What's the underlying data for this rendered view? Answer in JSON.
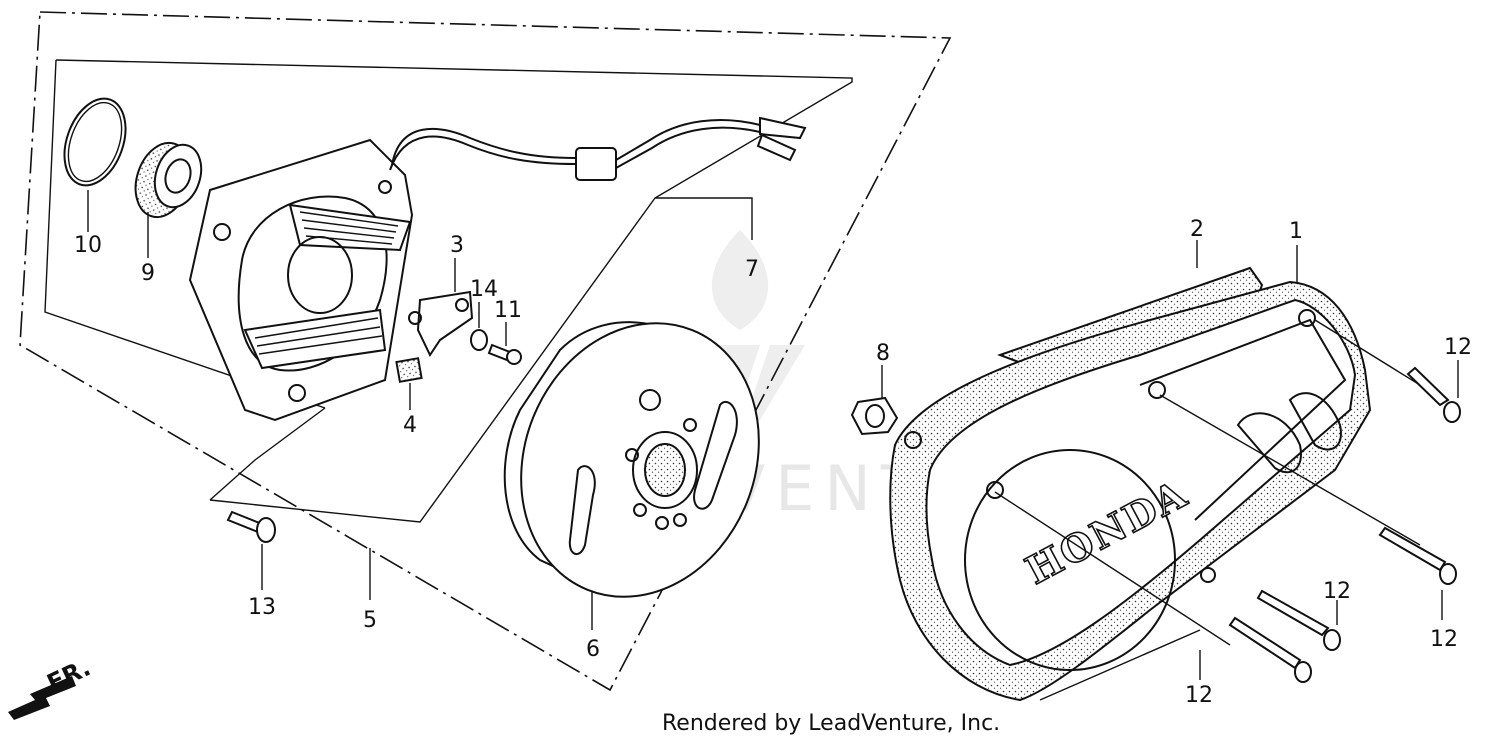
{
  "callouts": {
    "c1": "1",
    "c2": "2",
    "c3": "3",
    "c4": "4",
    "c5": "5",
    "c6": "6",
    "c7": "7",
    "c8": "8",
    "c9": "9",
    "c10": "10",
    "c11": "11",
    "c12a": "12",
    "c12b": "12",
    "c12c": "12",
    "c12d": "12",
    "c12e": "12",
    "c13": "13",
    "c14": "14"
  },
  "brand_text": "HONDA",
  "direction_label": "FR.",
  "credit": "Rendered by LeadVenture, Inc.",
  "watermark": "LEADVENTURE"
}
